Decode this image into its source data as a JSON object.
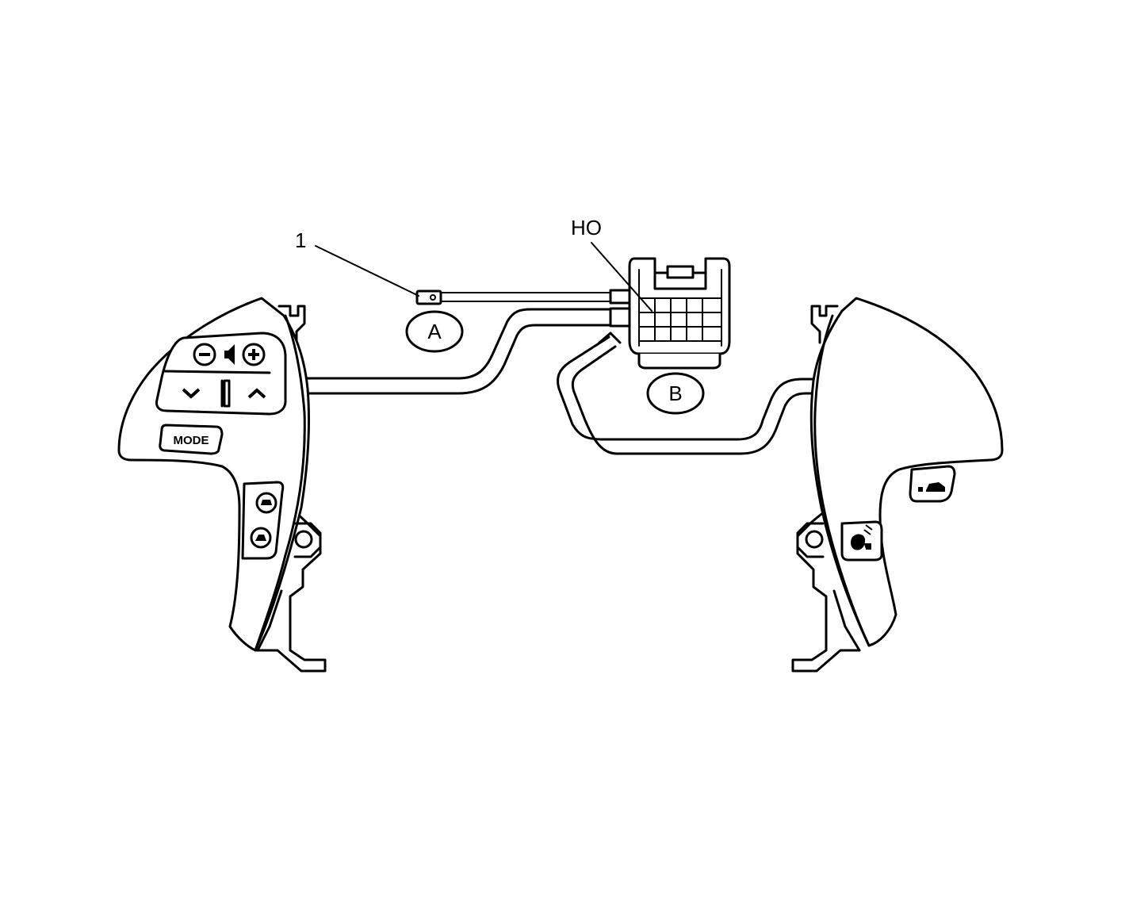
{
  "diagram": {
    "callouts": {
      "part_1": "1",
      "connector": "HO",
      "view_a": "A",
      "view_b": "B"
    },
    "left_switch": {
      "mode_button": "MODE",
      "icons": [
        "volume-minus-icon",
        "speaker-icon",
        "volume-plus-icon",
        "chevron-down-icon",
        "chevron-up-icon",
        "phone-on-hook-icon",
        "phone-off-hook-icon"
      ]
    },
    "right_switch": {
      "icons": [
        "voice-command-icon",
        "car-distance-icon"
      ]
    },
    "colors": {
      "line": "#000000",
      "background": "#ffffff"
    }
  }
}
